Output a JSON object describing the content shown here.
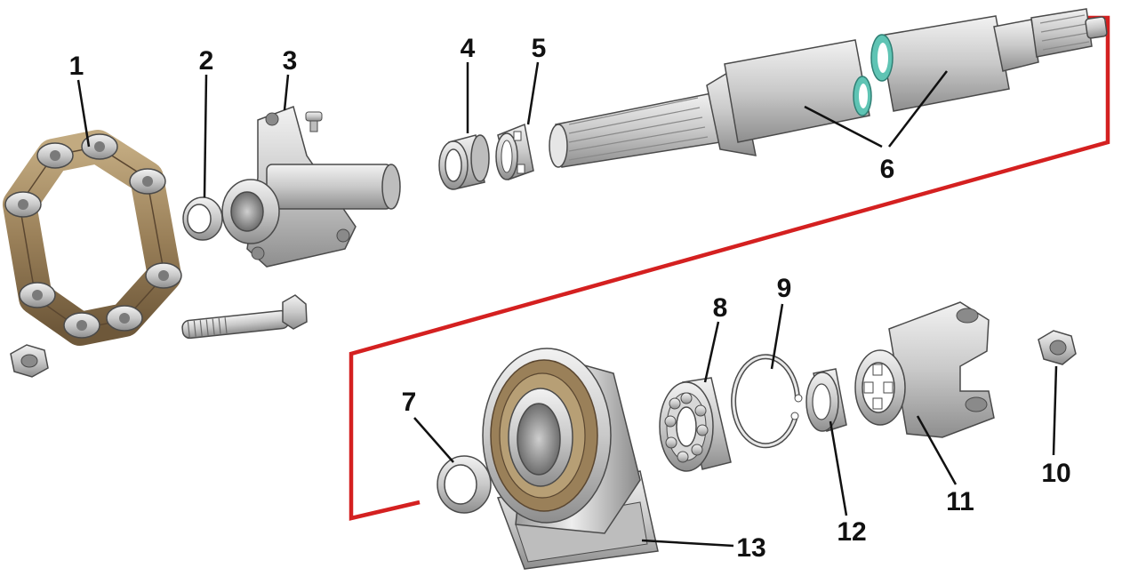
{
  "colors": {
    "metal_light": "#eeeeee",
    "metal_mid": "#c8c8c8",
    "metal_dark": "#8a8a8a",
    "outline": "#4a4a4a",
    "rubber": "#8c7350",
    "rubber_light": "#b79f75",
    "frame": "#d42020",
    "seal": "#5fc4b4",
    "label": "#111111"
  },
  "labels": {
    "l1": "1",
    "l2": "2",
    "l3": "3",
    "l4": "4",
    "l5": "5",
    "l6": "6",
    "l7": "7",
    "l8": "8",
    "l9": "9",
    "l10": "10",
    "l11": "11",
    "l12": "12",
    "l13": "13"
  }
}
